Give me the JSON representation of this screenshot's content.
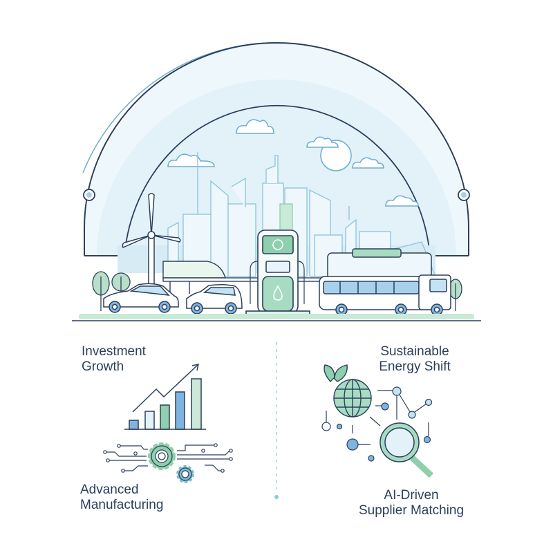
{
  "illustration": {
    "scene": "green-city-transport-dome",
    "colors": {
      "navy_line": "#2b3f5c",
      "sky_fill": "#e3f1f8",
      "outer_arc": "#6aaed0",
      "green_accent": "#8fcfad",
      "blue_accent": "#7fb4e0",
      "ground": "#a9dcc2",
      "divider": "#8cc8e6",
      "text": "#2b3f5c"
    },
    "elements": [
      "wind-turbine",
      "skyline",
      "clouds",
      "sun",
      "charging-station",
      "sedan",
      "hatchback",
      "electric-bus",
      "trees"
    ]
  },
  "sections": {
    "investment": {
      "line1": "Investment",
      "line2": "Growth",
      "icon": "bar-chart-trend-icon"
    },
    "energy": {
      "line1": "Sustainable",
      "line2": "Energy Shift",
      "icon": "leaf-globe-icon"
    },
    "manufacturing": {
      "line1": "Advanced",
      "line2": "Manufacturing",
      "icon": "gear-circuit-icon"
    },
    "ai": {
      "line1": "AI-Driven",
      "line2": "Supplier Matching",
      "icon": "magnifier-network-icon"
    }
  },
  "bar_chart_icon": {
    "bars": [
      {
        "height": 14,
        "color": "#7fb4e0"
      },
      {
        "height": 26,
        "color": "#e3f1f8"
      },
      {
        "height": 36,
        "color": "#8fcfad"
      },
      {
        "height": 55,
        "color": "#7fb4e0"
      },
      {
        "height": 74,
        "color": "#cbe8d8"
      }
    ]
  }
}
